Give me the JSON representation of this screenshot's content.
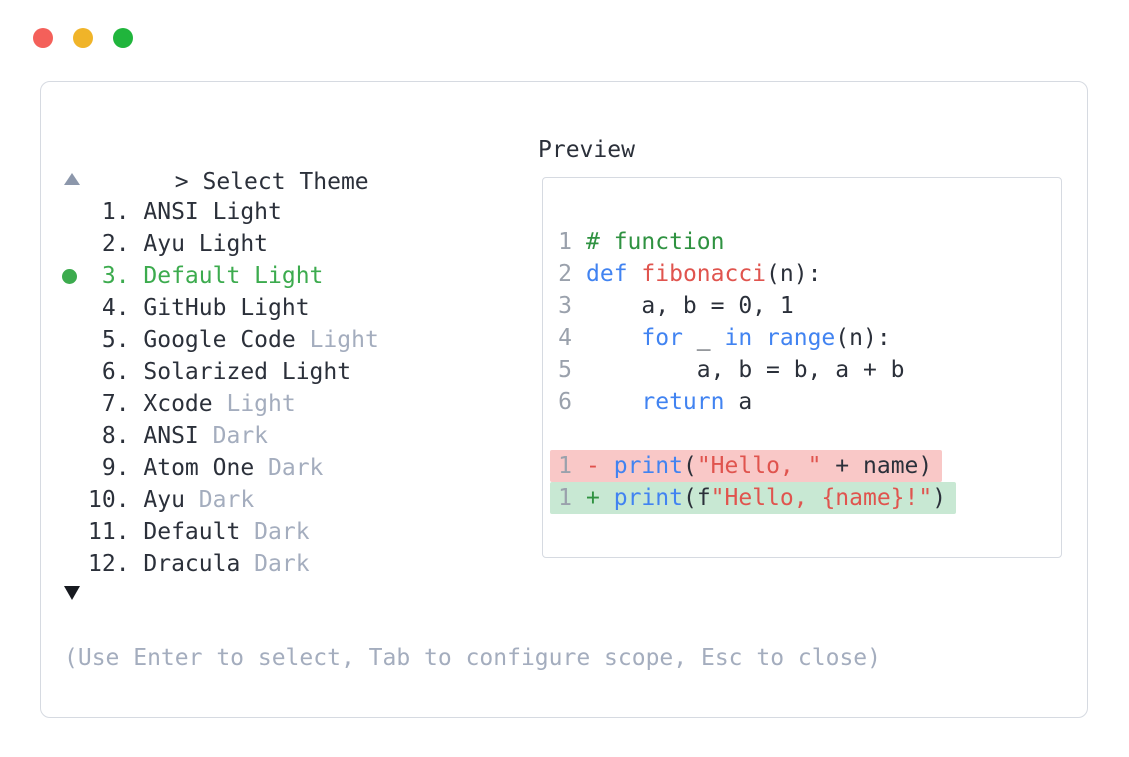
{
  "colors": {
    "text": "#2b303a",
    "muted": "#a4adbe",
    "line-number": "#9aa1ac",
    "selection-green": "#3cab4e",
    "comment-green": "#2f9241",
    "keyword-blue": "#4183f1",
    "string-red": "#e0544e",
    "diff-del-red": "#e0514c",
    "diff-add-green": "#2f9241",
    "diff-del-bg": "#f9c8c7",
    "diff-add-bg": "#c8e8d3",
    "panel-border": "#d6dae1",
    "scroll-up-gray": "#8c97ab",
    "scroll-down-dark": "#171a20",
    "traffic-red": "#f4605a",
    "traffic-yellow": "#f0b429",
    "traffic-green": "#20b53c"
  },
  "window_controls": [
    "close",
    "minimize",
    "zoom"
  ],
  "icons": {
    "scroll_up": "triangle-up",
    "scroll_down": "triangle-down",
    "selected_marker": "green-dot"
  },
  "picker": {
    "prompt": "> Select Theme",
    "hint": "(Use Enter to select, Tab to configure scope, Esc to close)",
    "items": [
      {
        "num": "1",
        "name": "ANSI Light",
        "muted": "",
        "selected": false
      },
      {
        "num": "2",
        "name": "Ayu Light",
        "muted": "",
        "selected": false
      },
      {
        "num": "3",
        "name": "Default Light",
        "muted": "",
        "selected": true
      },
      {
        "num": "4",
        "name": "GitHub Light",
        "muted": "",
        "selected": false
      },
      {
        "num": "5",
        "name": "Google Code",
        "muted": "Light",
        "selected": false
      },
      {
        "num": "6",
        "name": "Solarized Light",
        "muted": "",
        "selected": false
      },
      {
        "num": "7",
        "name": "Xcode",
        "muted": "Light",
        "selected": false
      },
      {
        "num": "8",
        "name": "ANSI",
        "muted": "Dark",
        "selected": false
      },
      {
        "num": "9",
        "name": "Atom One",
        "muted": "Dark",
        "selected": false
      },
      {
        "num": "10",
        "name": "Ayu",
        "muted": "Dark",
        "selected": false
      },
      {
        "num": "11",
        "name": "Default",
        "muted": "Dark",
        "selected": false
      },
      {
        "num": "12",
        "name": "Dracula",
        "muted": "Dark",
        "selected": false
      }
    ]
  },
  "preview": {
    "title": "Preview",
    "code_lines": [
      {
        "num": "1",
        "hl": "none",
        "tokens": [
          [
            "comment",
            "# function"
          ]
        ]
      },
      {
        "num": "2",
        "hl": "none",
        "tokens": [
          [
            "kw",
            "def"
          ],
          [
            "plain",
            " "
          ],
          [
            "fn",
            "fibonacci"
          ],
          [
            "plain",
            "(n):"
          ]
        ]
      },
      {
        "num": "3",
        "hl": "none",
        "tokens": [
          [
            "plain",
            "    a, b = 0, 1"
          ]
        ]
      },
      {
        "num": "4",
        "hl": "none",
        "tokens": [
          [
            "plain",
            "    "
          ],
          [
            "kw",
            "for"
          ],
          [
            "plain",
            " _ "
          ],
          [
            "kw",
            "in"
          ],
          [
            "plain",
            " "
          ],
          [
            "kw",
            "range"
          ],
          [
            "plain",
            "(n):"
          ]
        ]
      },
      {
        "num": "5",
        "hl": "none",
        "tokens": [
          [
            "plain",
            "        a, b = b, a + b"
          ]
        ]
      },
      {
        "num": "6",
        "hl": "none",
        "tokens": [
          [
            "plain",
            "    "
          ],
          [
            "kw",
            "return"
          ],
          [
            "plain",
            " a"
          ]
        ]
      },
      {
        "num": "",
        "hl": "none",
        "tokens": []
      },
      {
        "num": "1",
        "hl": "del",
        "tokens": [
          [
            "del",
            "-"
          ],
          [
            "plain",
            " "
          ],
          [
            "kw",
            "print"
          ],
          [
            "plain",
            "("
          ],
          [
            "str",
            "\"Hello, \""
          ],
          [
            "plain",
            " + name)"
          ]
        ]
      },
      {
        "num": "1",
        "hl": "add",
        "tokens": [
          [
            "add",
            "+"
          ],
          [
            "plain",
            " "
          ],
          [
            "kw",
            "print"
          ],
          [
            "plain",
            "(f"
          ],
          [
            "str",
            "\"Hello, {name}!\""
          ],
          [
            "plain",
            ")"
          ]
        ]
      }
    ]
  }
}
